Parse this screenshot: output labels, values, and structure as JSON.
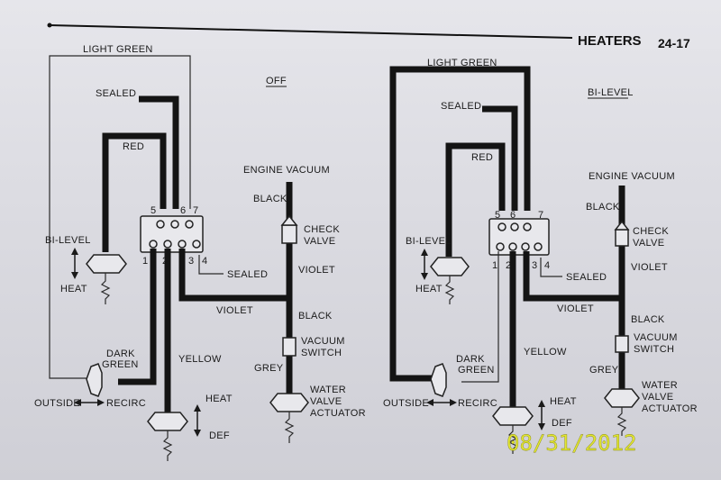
{
  "header": {
    "title": "HEATERS",
    "page": "24-17"
  },
  "date_stamp": "08/31/2012",
  "left_panel": {
    "mode": "OFF",
    "labels": {
      "light_green": "LIGHT GREEN",
      "sealed_top": "SEALED",
      "red": "RED",
      "bi_level": "BI-LEVEL",
      "heat": "HEAT",
      "dark_green": "DARK\nGREEN",
      "outside": "OUTSIDE",
      "recirc": "RECIRC",
      "yellow": "YELLOW",
      "heat2": "HEAT",
      "def": "DEF",
      "sealed_bottom": "SEALED",
      "violet_horizontal": "VIOLET",
      "engine_vacuum": "ENGINE VACUUM",
      "black_top": "BLACK",
      "check_valve": "CHECK\nVALVE",
      "violet_vertical": "VIOLET",
      "black_bottom": "BLACK",
      "vacuum_switch": "VACUUM\nSWITCH",
      "grey": "GREY",
      "water_valve": "WATER\nVALVE\nACTUATOR"
    },
    "ports_top": [
      "5",
      "6",
      "7"
    ],
    "ports_bottom": [
      "1",
      "2",
      "3",
      "4"
    ]
  },
  "right_panel": {
    "mode": "BI-LEVEL",
    "labels": {
      "light_green": "LIGHT GREEN",
      "sealed_top": "SEALED",
      "red": "RED",
      "bi_level": "BI-LEVEL",
      "heat": "HEAT",
      "dark_green": "DARK\nGREEN",
      "outside": "OUTSIDE",
      "recirc": "RECIRC",
      "yellow": "YELLOW",
      "heat2": "HEAT",
      "def": "DEF",
      "sealed_bottom": "SEALED",
      "violet_horizontal": "VIOLET",
      "engine_vacuum": "ENGINE VACUUM",
      "black_top": "BLACK",
      "check_valve": "CHECK\nVALVE",
      "violet_vertical": "VIOLET",
      "black_bottom": "BLACK",
      "vacuum_switch": "VACUUM\nSWITCH",
      "grey": "GREY",
      "water_valve": "WATER\nVALVE\nACTUATOR"
    },
    "ports_top": [
      "5",
      "6",
      "7"
    ],
    "ports_bottom": [
      "1",
      "2",
      "3",
      "4"
    ]
  }
}
